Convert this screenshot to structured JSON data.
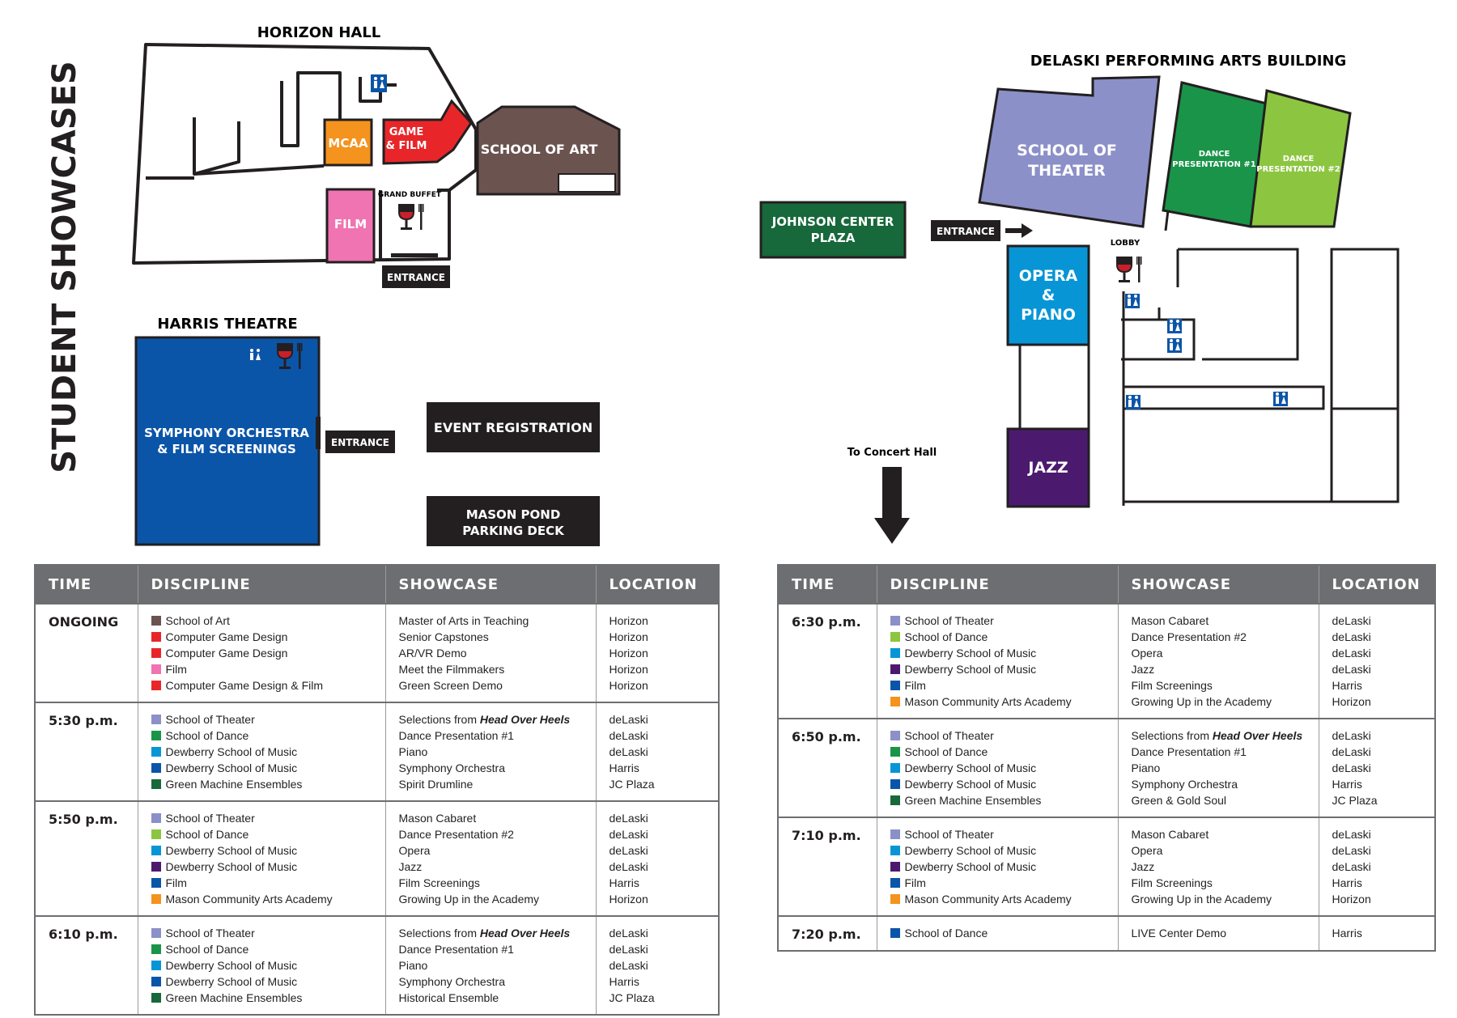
{
  "page_title": "STUDENT SHOWCASES",
  "colors": {
    "art": "#6b5350",
    "game": "#e8262a",
    "mcaa": "#f4931e",
    "film_pink": "#ef74b1",
    "theater": "#8b90c8",
    "dance1": "#1a9449",
    "dance2": "#8cc641",
    "opera": "#0795d6",
    "jazz": "#4b1a6e",
    "harris": "#0b55a8",
    "jc_plaza": "#17683a",
    "black": "#231f20",
    "header": "#6d6e71"
  },
  "maps": {
    "horizon": {
      "title": "HORIZON HALL",
      "rooms": {
        "mcaa": "MCAA",
        "game_1": "GAME",
        "game_2": "& FILM",
        "art": "SCHOOL OF ART",
        "film": "FILM"
      },
      "grand_buffet": "GRAND BUFFET",
      "entrance": "ENTRANCE"
    },
    "harris": {
      "title": "HARRIS THEATRE",
      "main_1": "SYMPHONY ORCHESTRA",
      "main_2": "& FILM SCREENINGS",
      "entrance": "ENTRANCE"
    },
    "event_registration": "EVENT REGISTRATION",
    "parking_1": "MASON POND",
    "parking_2": "PARKING DECK",
    "delaski": {
      "title": "DELASKI PERFORMING ARTS BUILDING",
      "theater_1": "SCHOOL OF",
      "theater_2": "THEATER",
      "dance1_1": "DANCE",
      "dance1_2": "PRESENTATION #1",
      "dance2_1": "DANCE",
      "dance2_2": "PRESENTATION #2",
      "opera_1": "OPERA",
      "opera_2": "&",
      "opera_3": "PIANO",
      "jazz": "JAZZ",
      "lobby": "LOBBY",
      "entrance": "ENTRANCE"
    },
    "johnson_1": "JOHNSON CENTER",
    "johnson_2": "PLAZA",
    "concert": "To Concert Hall"
  },
  "schedule_headers": [
    "TIME",
    "DISCIPLINE",
    "SHOWCASE",
    "LOCATION"
  ],
  "schedule_left": [
    {
      "time": "ONGOING",
      "rows": [
        {
          "color": "art",
          "discipline": "School of Art",
          "showcase": "Master of Arts in Teaching",
          "location": "Horizon"
        },
        {
          "color": "game",
          "discipline": "Computer Game Design",
          "showcase": "Senior Capstones",
          "location": "Horizon"
        },
        {
          "color": "game",
          "discipline": "Computer Game Design",
          "showcase": "AR/VR Demo",
          "location": "Horizon"
        },
        {
          "color": "film_pink",
          "discipline": "Film",
          "showcase": "Meet the Filmmakers",
          "location": "Horizon"
        },
        {
          "color": "game",
          "discipline": "Computer Game Design & Film",
          "showcase": "Green Screen Demo",
          "location": "Horizon"
        }
      ]
    },
    {
      "time": "5:30 p.m.",
      "rows": [
        {
          "color": "theater",
          "discipline": "School of Theater",
          "showcase": "Selections from ",
          "showcase_em": "Head Over Heels",
          "location": "deLaski"
        },
        {
          "color": "dance1",
          "discipline": "School of Dance",
          "showcase": "Dance Presentation #1",
          "location": "deLaski"
        },
        {
          "color": "opera",
          "discipline": "Dewberry School of Music",
          "showcase": "Piano",
          "location": "deLaski"
        },
        {
          "color": "harris",
          "discipline": "Dewberry School of Music",
          "showcase": "Symphony Orchestra",
          "location": "Harris"
        },
        {
          "color": "jc_plaza",
          "discipline": "Green Machine Ensembles",
          "showcase": "Spirit Drumline",
          "location": "JC Plaza"
        }
      ]
    },
    {
      "time": "5:50 p.m.",
      "rows": [
        {
          "color": "theater",
          "discipline": "School of Theater",
          "showcase": "Mason Cabaret",
          "location": "deLaski"
        },
        {
          "color": "dance2",
          "discipline": "School of Dance",
          "showcase": "Dance Presentation #2",
          "location": "deLaski"
        },
        {
          "color": "opera",
          "discipline": "Dewberry School of Music",
          "showcase": "Opera",
          "location": "deLaski"
        },
        {
          "color": "jazz",
          "discipline": "Dewberry School of Music",
          "showcase": "Jazz",
          "location": "deLaski"
        },
        {
          "color": "harris",
          "discipline": "Film",
          "showcase": "Film Screenings",
          "location": "Harris"
        },
        {
          "color": "mcaa",
          "discipline": "Mason Community Arts Academy",
          "showcase": "Growing Up in the Academy",
          "location": "Horizon"
        }
      ]
    },
    {
      "time": "6:10 p.m.",
      "rows": [
        {
          "color": "theater",
          "discipline": "School of Theater",
          "showcase": "Selections from ",
          "showcase_em": "Head Over Heels",
          "location": "deLaski"
        },
        {
          "color": "dance1",
          "discipline": "School of Dance",
          "showcase": "Dance Presentation #1",
          "location": "deLaski"
        },
        {
          "color": "opera",
          "discipline": "Dewberry School of Music",
          "showcase": "Piano",
          "location": "deLaski"
        },
        {
          "color": "harris",
          "discipline": "Dewberry School of Music",
          "showcase": "Symphony Orchestra",
          "location": "Harris"
        },
        {
          "color": "jc_plaza",
          "discipline": "Green Machine Ensembles",
          "showcase": "Historical Ensemble",
          "location": "JC Plaza"
        }
      ]
    }
  ],
  "schedule_right": [
    {
      "time": "6:30 p.m.",
      "rows": [
        {
          "color": "theater",
          "discipline": "School of Theater",
          "showcase": "Mason Cabaret",
          "location": "deLaski"
        },
        {
          "color": "dance2",
          "discipline": "School of Dance",
          "showcase": "Dance Presentation #2",
          "location": "deLaski"
        },
        {
          "color": "opera",
          "discipline": "Dewberry School of Music",
          "showcase": "Opera",
          "location": "deLaski"
        },
        {
          "color": "jazz",
          "discipline": "Dewberry School of Music",
          "showcase": "Jazz",
          "location": "deLaski"
        },
        {
          "color": "harris",
          "discipline": "Film",
          "showcase": "Film Screenings",
          "location": "Harris"
        },
        {
          "color": "mcaa",
          "discipline": "Mason Community Arts Academy",
          "showcase": "Growing Up in the Academy",
          "location": "Horizon"
        }
      ]
    },
    {
      "time": "6:50 p.m.",
      "rows": [
        {
          "color": "theater",
          "discipline": "School of Theater",
          "showcase": "Selections from ",
          "showcase_em": "Head Over Heels",
          "location": "deLaski"
        },
        {
          "color": "dance1",
          "discipline": "School of Dance",
          "showcase": "Dance Presentation #1",
          "location": "deLaski"
        },
        {
          "color": "opera",
          "discipline": "Dewberry School of Music",
          "showcase": "Piano",
          "location": "deLaski"
        },
        {
          "color": "harris",
          "discipline": "Dewberry School of Music",
          "showcase": "Symphony Orchestra",
          "location": "Harris"
        },
        {
          "color": "jc_plaza",
          "discipline": "Green Machine Ensembles",
          "showcase": "Green & Gold Soul",
          "location": "JC Plaza"
        }
      ]
    },
    {
      "time": "7:10 p.m.",
      "rows": [
        {
          "color": "theater",
          "discipline": "School of Theater",
          "showcase": "Mason Cabaret",
          "location": "deLaski"
        },
        {
          "color": "opera",
          "discipline": "Dewberry School of Music",
          "showcase": "Opera",
          "location": "deLaski"
        },
        {
          "color": "jazz",
          "discipline": "Dewberry School of Music",
          "showcase": "Jazz",
          "location": "deLaski"
        },
        {
          "color": "harris",
          "discipline": "Film",
          "showcase": "Film Screenings",
          "location": "Harris"
        },
        {
          "color": "mcaa",
          "discipline": "Mason Community Arts Academy",
          "showcase": "Growing Up in the Academy",
          "location": "Horizon"
        }
      ]
    },
    {
      "time": "7:20 p.m.",
      "rows": [
        {
          "color": "harris",
          "discipline": "School of Dance",
          "showcase": "LIVE Center Demo",
          "location": "Harris"
        }
      ]
    }
  ]
}
